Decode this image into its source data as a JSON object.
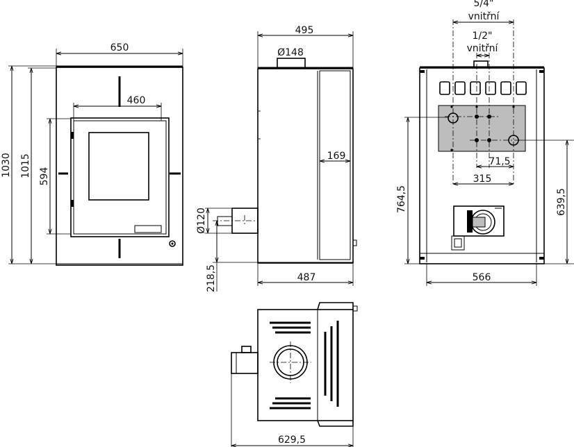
{
  "dimensions": {
    "front_width": "650",
    "door_width": "460",
    "total_height": "1030",
    "body_height": "1015",
    "door_height": "594",
    "side_depth": "495",
    "flue_diameter": "Ø148",
    "side_panel": "169",
    "inlet_diameter": "Ø120",
    "inlet_height": "218,5",
    "side_base_depth": "487",
    "rear_pipe_large": "5/4\"",
    "rear_pipe_large_note": "vnitřní",
    "rear_pipe_small": "1/2\"",
    "rear_pipe_small_note": "vnitřní",
    "rear_spacing": "71,5",
    "rear_width_inner": "315",
    "rear_height_left": "764,5",
    "rear_height_right": "639,5",
    "rear_width": "566",
    "top_depth": "629,5"
  },
  "colors": {
    "line": "#000000",
    "panel_fill": "#bdbdbd",
    "background": "#ffffff"
  }
}
